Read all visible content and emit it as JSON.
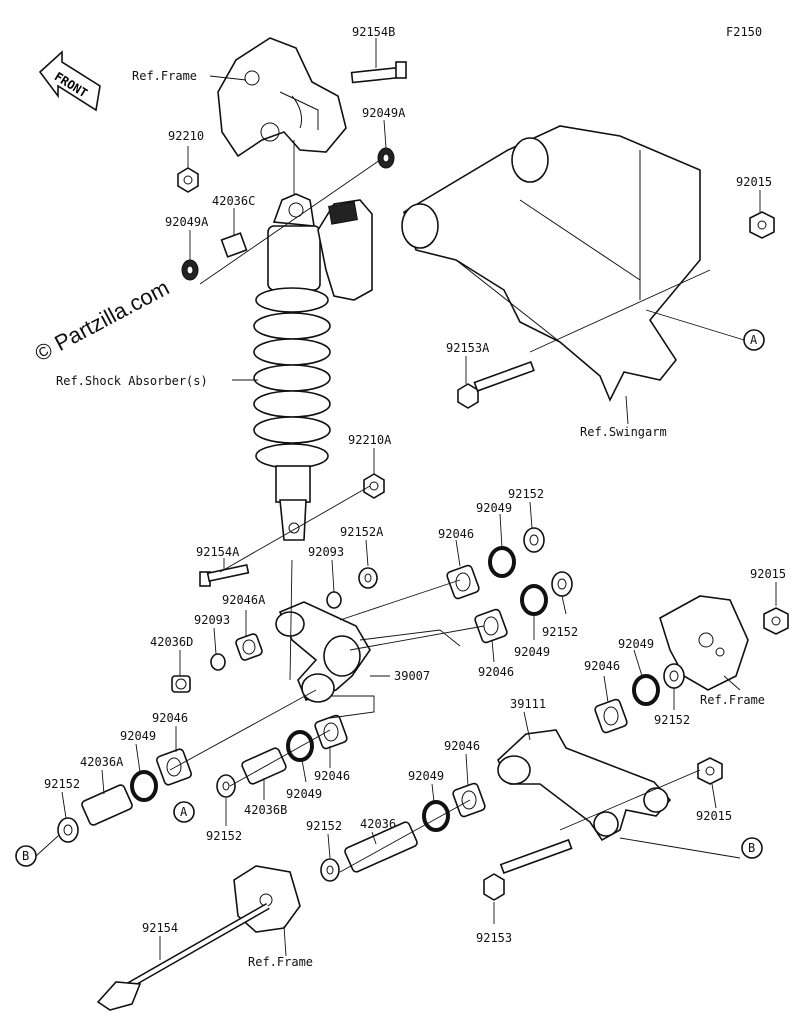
{
  "figure_code": "F2150",
  "brand": "© Partzilla.com",
  "front_arrow": "FRONT",
  "callouts": [
    "A",
    "B"
  ],
  "labels": {
    "ref_frame_top": "Ref.Frame",
    "ref_shock": "Ref.Shock Absorber(s)",
    "ref_swingarm": "Ref.Swingarm",
    "ref_frame_right": "Ref.Frame",
    "ref_frame_bottom": "Ref.Frame",
    "p92154B": "92154B",
    "p92049A_top": "92049A",
    "p92210": "92210",
    "p42036C": "42036C",
    "p92049A_left": "92049A",
    "p92015_top": "92015",
    "p92153A": "92153A",
    "p92210A": "92210A",
    "p92152_a": "92152",
    "p92049_a": "92049",
    "p92046_a": "92046",
    "p92154A": "92154A",
    "p92152A": "92152A",
    "p92093_a": "92093",
    "p92015_mid": "92015",
    "p92046A": "92046A",
    "p92093_b": "92093",
    "p42036D": "42036D",
    "p92152_b": "92152",
    "p92049_b": "92049",
    "p92046_b": "92046",
    "p39007": "39007",
    "p92049_c": "92049",
    "p92046_c": "92046",
    "p92152_c": "92152",
    "p39111": "39111",
    "p92046_d": "92046",
    "p92049_d": "92049",
    "p42036A": "42036A",
    "p92152_d": "92152",
    "p42036B": "42036B",
    "p92152_e": "92152",
    "p92049_e": "92049",
    "p92046_e": "92046",
    "p92046_f": "92046",
    "p92049_f": "92049",
    "p42036": "42036",
    "p92152_f": "92152",
    "p92015_bot": "92015",
    "p92154": "92154",
    "p92153": "92153"
  }
}
